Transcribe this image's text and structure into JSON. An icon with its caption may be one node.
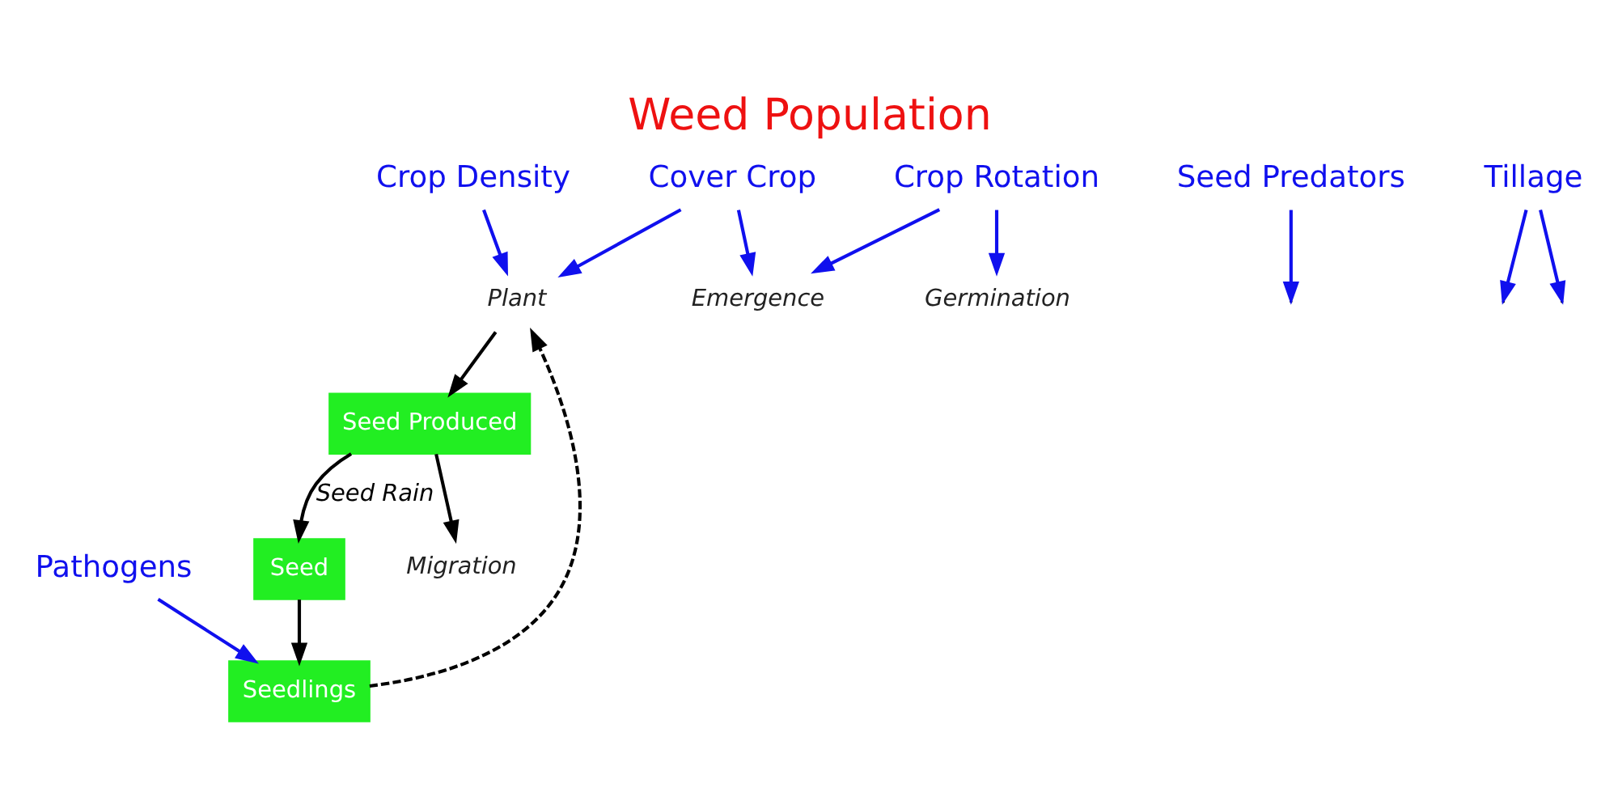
{
  "diagram": {
    "title": "Weed Population",
    "nodes": [
      {
        "text": [
          "Plant"
        ]
      },
      {
        "text": [
          "Seed Produced"
        ]
      },
      {
        "text": [
          "Seedlings"
        ]
      },
      {
        "text": [
          "Seed"
        ]
      },
      {
        "text": [
          "Migration"
        ]
      },
      {
        "text": [
          "Emergence"
        ]
      },
      {
        "text": [
          "Germination"
        ]
      },
      {
        "text": [
          "Crop Density"
        ]
      },
      {
        "text": [
          "Cover Crop"
        ]
      },
      {
        "text": [
          "Pathogens"
        ]
      },
      {
        "text": [
          "Seed Predators"
        ]
      },
      {
        "text": [
          "Tillage"
        ]
      },
      {
        "text": [
          "Crop Rotation"
        ]
      }
    ],
    "edges": [
      {
        "from": 0,
        "to": 1,
        "arrow": "to",
        "color": "#000000"
      },
      {
        "from": 1,
        "to": 4,
        "arrow": "to",
        "color": "#000000"
      },
      {
        "from": 1,
        "to": 3,
        "arrow": "to",
        "label": "Seed Rain",
        "color": "#000000"
      },
      {
        "from": 3,
        "to": 2,
        "arrow": "to",
        "color": "#000000"
      },
      {
        "from": 2,
        "to": 0,
        "arrow": "to",
        "style": "dashed",
        "color": "#000000"
      },
      {
        "from": 7,
        "to": 0,
        "arrow": "to"
      },
      {
        "from": 8,
        "to": 0,
        "arrow": "to"
      },
      {
        "from": 8,
        "to": 5,
        "arrow": "to"
      },
      {
        "from": 9,
        "to": 2,
        "arrow": "to"
      },
      {
        "from": 10,
        "to": null,
        "arrow": "to"
      },
      {
        "from": 11,
        "to": null,
        "arrow": "to"
      },
      {
        "from": 11,
        "to": null,
        "arrow": "to"
      },
      {
        "from": 12,
        "to": 5,
        "arrow": "to"
      },
      {
        "from": 12,
        "to": 6,
        "arrow": "to"
      }
    ]
  }
}
